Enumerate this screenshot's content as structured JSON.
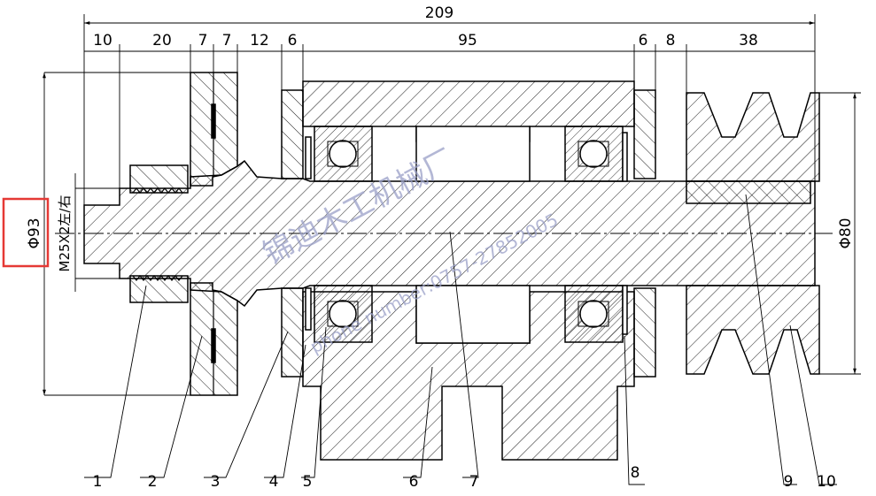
{
  "dimensions": {
    "overall": "209",
    "segments": [
      "10",
      "20",
      "7",
      "7",
      "12",
      "6",
      "95",
      "6",
      "8",
      "38"
    ],
    "left_diameter": "Φ93",
    "thread": "M25X2左/右",
    "right_diameter": "Φ80"
  },
  "part_numbers": [
    "1",
    "2",
    "3",
    "4",
    "5",
    "6",
    "7",
    "8",
    "9",
    "10"
  ],
  "watermark": {
    "company": "锦迪木工机械厂",
    "phone": "phone number:0757-27852005"
  },
  "highlight_color": "#e53935"
}
